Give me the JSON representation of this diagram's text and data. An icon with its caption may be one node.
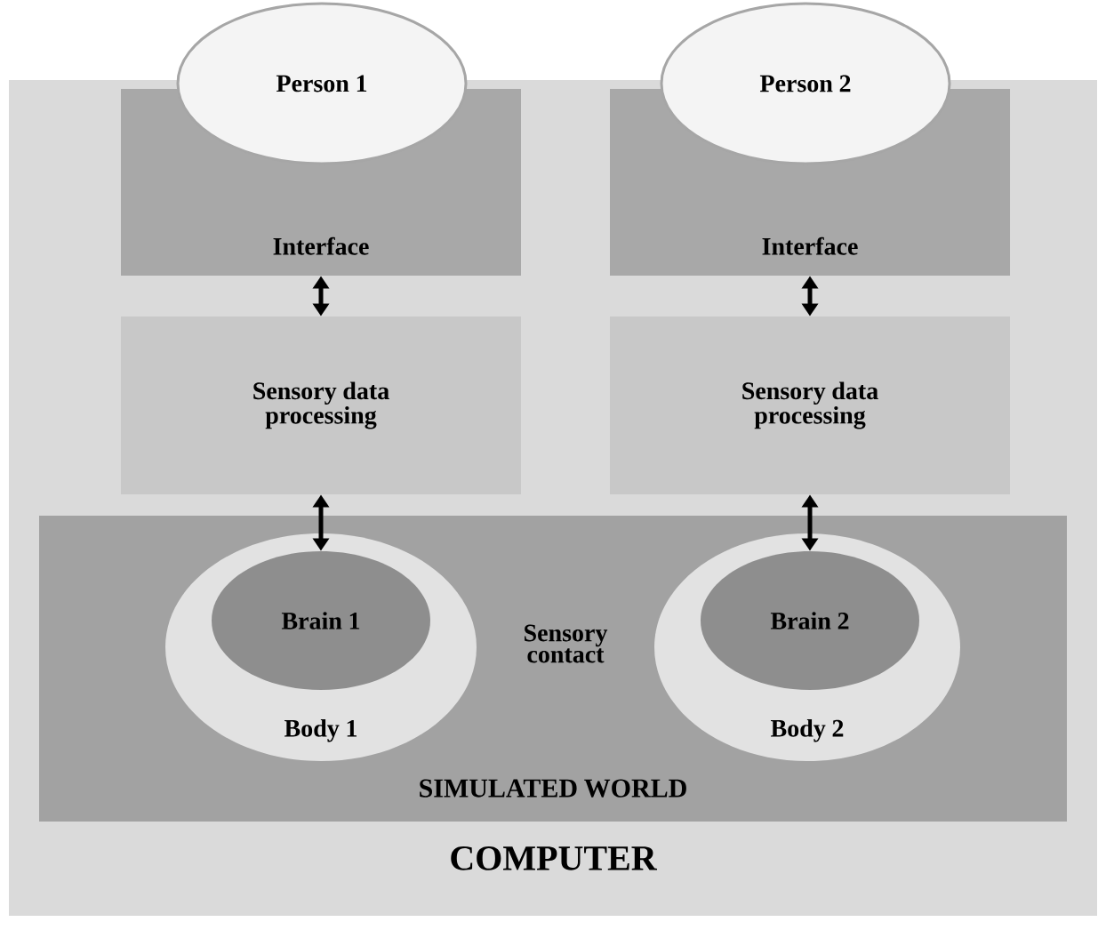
{
  "diagram": {
    "nodes": [
      {
        "text": [
          "COMPUTER"
        ]
      },
      {
        "text": [
          "Interface"
        ],
        "in": 0
      },
      {
        "text": [
          "Person 1"
        ]
      },
      {
        "text": [
          "Interface"
        ],
        "in": 0
      },
      {
        "text": [
          "Person 2"
        ]
      },
      {
        "text": [
          "Sensory data processing"
        ],
        "in": 0
      },
      {
        "text": [
          "Sensory data processing"
        ],
        "in": 0
      },
      {
        "text": [
          "SIMULATED WORLD"
        ],
        "in": 0
      },
      {
        "text": [
          "Body 1"
        ],
        "in": 7
      },
      {
        "text": [
          "Brain 1"
        ],
        "in": 8
      },
      {
        "text": [
          "Body 2"
        ],
        "in": 7
      },
      {
        "text": [
          "Brain 2"
        ],
        "in": 10
      }
    ],
    "edges": [
      {
        "from": 1,
        "to": 5,
        "arrow": "both"
      },
      {
        "from": 5,
        "to": 9,
        "arrow": "both"
      },
      {
        "from": 3,
        "to": 6,
        "arrow": "both"
      },
      {
        "from": 6,
        "to": 11,
        "arrow": "both"
      }
    ],
    "labels": [
      "Sensory contact"
    ]
  }
}
